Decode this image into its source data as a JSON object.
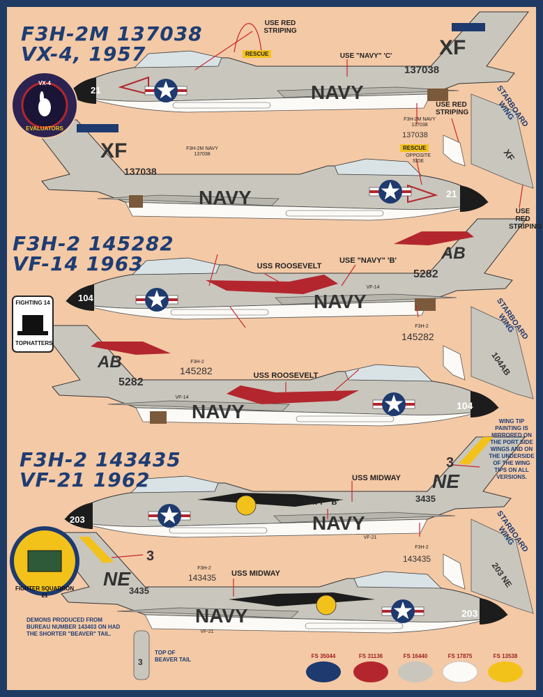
{
  "titles": {
    "a1": "F3H-2M 137038",
    "a2": "VX-4, 1957",
    "b1": "F3H-2 145282",
    "b2": "VF-14 1963",
    "c1": "F3H-2 143435",
    "c2": "VF-21 1962"
  },
  "callouts": {
    "use_red_striping_top": "USE RED STRIPING",
    "use_navy_c": "USE \"NAVY\" 'C'",
    "use_red_striping_right": "USE RED STRIPING",
    "starboard_wing_1": "STARBOARD WING",
    "use_red_striping_bottom": "USE RED STRIPING",
    "uss_roosevelt_1": "USS ROOSEVELT",
    "use_navy_b_1": "USE \"NAVY\" 'B'",
    "starboard_wing_2": "STARBOARD WING",
    "uss_roosevelt_2": "USS ROOSEVELT",
    "wing_tip_note": "WING TIP PAINTING IS MIRRORED ON THE PORT SIDE WINGS AND ON THE UNDERSIDE OF THE WING TIPS ON ALL VERSIONS.",
    "use_navy_b_2": "USE \"NAVY\" 'B'",
    "uss_midway_1": "USS MIDWAY",
    "starboard_wing_3": "STARBOARD WING",
    "uss_midway_2": "USS MIDWAY",
    "demons_note": "DEMONS PRODUCED FROM BUREAU NUMBER 143403 ON HAD THE SHORTER \"BEAVER\" TAIL.",
    "top_beaver_tail": "TOP OF BEAVER TAIL"
  },
  "rescue": {
    "tag": "RESCUE",
    "sub": "OPPOSITE SIDE"
  },
  "markings": {
    "xf": "XF",
    "navy": "NAVY",
    "serial_137038": "137038",
    "modex_21": "21",
    "serial_note_1": "F3H-2M NAVY 137038",
    "ab": "AB",
    "serial_5282": "5282",
    "modex_104": "104",
    "vf14": "VF-14",
    "f3h2_label": "F3H-2",
    "serial_145282": "145282",
    "ne": "NE",
    "serial_3435": "3435",
    "modex_203": "203",
    "vf21": "VF-21",
    "serial_143435": "143435",
    "tail_3": "3"
  },
  "insignia": {
    "vx4_top": "VX-4",
    "vx4_bottom": "EVALUATORS",
    "vf14_top": "FIGHTING 14",
    "vf14_bottom": "TOPHATTERS",
    "vf21_ring": "FIGHTER SQUADRON 21"
  },
  "swatches": [
    {
      "label": "FS 35044",
      "color": "#1e3a6e"
    },
    {
      "label": "FS 31136",
      "color": "#b3262d"
    },
    {
      "label": "FS 16440",
      "color": "#c9c6bd"
    },
    {
      "label": "FS 17875",
      "color": "#fbfaf6"
    },
    {
      "label": "FS 13538",
      "color": "#f2c21b"
    }
  ]
}
